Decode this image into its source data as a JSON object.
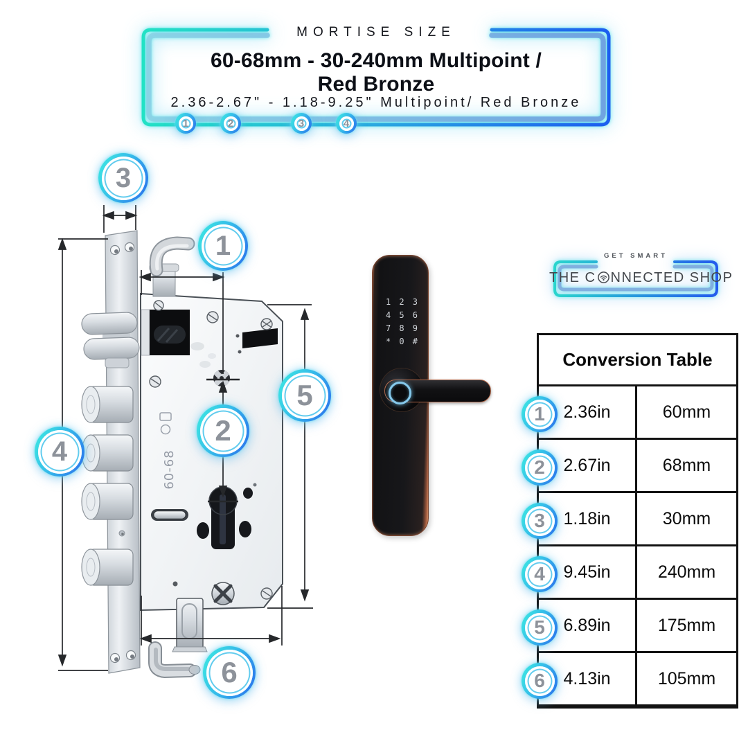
{
  "banner": {
    "eyebrow": "MORTISE SIZE",
    "title_line1": "60-68mm - 30-240mm Multipoint /",
    "title_line2": "Red Bronze",
    "subtitle": "2.36-2.67\" - 1.18-9.25\" Multipoint/ Red Bronze",
    "markers": [
      "1",
      "2",
      "3",
      "4"
    ]
  },
  "diagram": {
    "callouts": [
      "1",
      "2",
      "3",
      "4",
      "5",
      "6"
    ],
    "engraving": "60-68"
  },
  "smart_lock": {
    "keypad": [
      "1",
      "2",
      "3",
      "4",
      "5",
      "6",
      "7",
      "8",
      "9",
      "*",
      "0",
      "#"
    ]
  },
  "logo": {
    "tagline": "GET SMART",
    "name_prefix": "THE C",
    "name_suffix": "NNECTED SHOP"
  },
  "conversion_table": {
    "title": "Conversion Table",
    "rows": [
      {
        "marker": "1",
        "inches": "2.36in",
        "millimeters": "60mm"
      },
      {
        "marker": "2",
        "inches": "2.67in",
        "millimeters": "68mm"
      },
      {
        "marker": "3",
        "inches": "1.18in",
        "millimeters": "30mm"
      },
      {
        "marker": "4",
        "inches": "9.45in",
        "millimeters": "240mm"
      },
      {
        "marker": "5",
        "inches": "6.89in",
        "millimeters": "175mm"
      },
      {
        "marker": "6",
        "inches": "4.13in",
        "millimeters": "105mm"
      }
    ]
  },
  "colors": {
    "accent_teal": "#22e3c4",
    "accent_blue": "#1b5cf0",
    "inner_stroke_blue": "#7fadde",
    "badge_number_gray": "#8d929a",
    "red_bronze": "#b4694a",
    "fingerprint_ring": "#86c9ec"
  }
}
